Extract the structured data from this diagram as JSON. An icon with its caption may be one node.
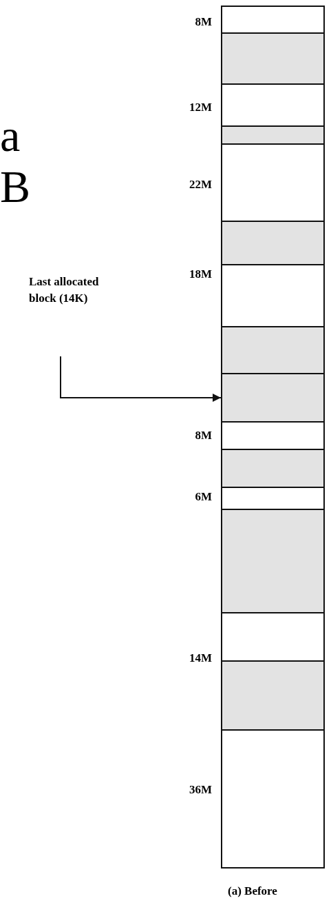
{
  "diagram": {
    "caption": "(a) Before",
    "nodes": [
      {
        "text": [
          "Last allocated block (14K)"
        ]
      },
      {
        "text": [],
        "shape": "box"
      },
      {
        "text": [],
        "shape": "box"
      },
      {
        "text": [],
        "shape": "box"
      },
      {
        "text": [],
        "shape": "box"
      },
      {
        "text": [],
        "shape": "box"
      },
      {
        "text": [],
        "shape": "box"
      },
      {
        "text": [],
        "shape": "box"
      },
      {
        "text": [],
        "shape": "box"
      },
      {
        "text": [],
        "shape": "box"
      },
      {
        "text": [],
        "shape": "box"
      },
      {
        "text": [],
        "shape": "box"
      },
      {
        "text": [],
        "shape": "box"
      },
      {
        "text": [],
        "shape": "box"
      },
      {
        "text": [],
        "shape": "box"
      },
      {
        "text": [],
        "shape": "box"
      },
      {
        "text": [],
        "shape": "box"
      }
    ],
    "edges": [
      {
        "from": 0,
        "to": 9,
        "arrow": "to"
      }
    ],
    "labels": [
      "8M",
      "12M",
      "a",
      "22M",
      "B",
      "18M",
      "8M",
      "6M",
      "14M",
      "36M"
    ]
  }
}
